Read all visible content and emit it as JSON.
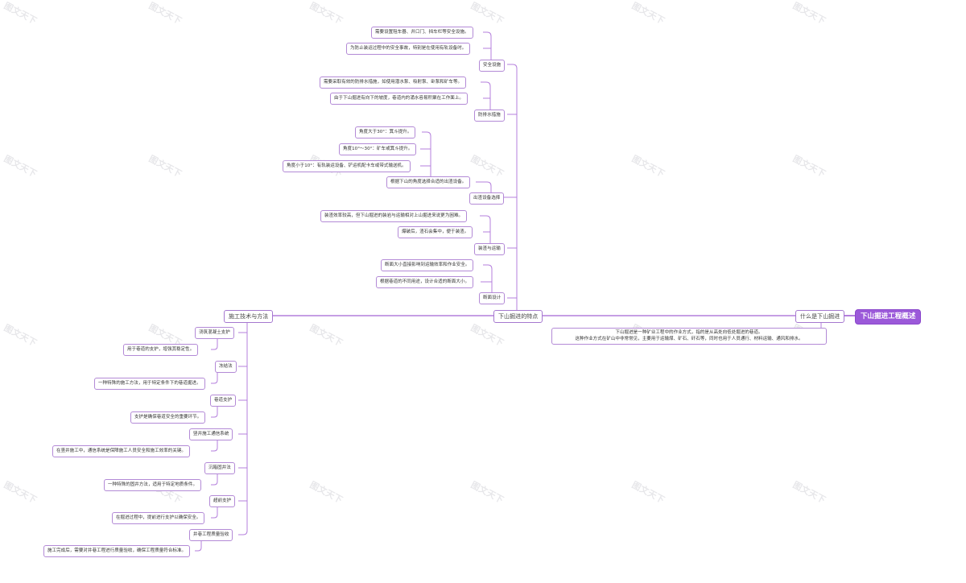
{
  "root": "下山掘进工程概述",
  "branch_what": {
    "label": "什么是下山掘进",
    "desc_line1": "下山掘进是一种矿业工程中的作业方式，指的是从高处向低处掘进的巷道。",
    "desc_line2": "这种作业方式在矿山中非常常见，主要用于运输煤、矿石、矸石等，同时也用于人员通行、材料运输、通风和排水。"
  },
  "branch_features": {
    "label": "下山掘进的特点",
    "safety": {
      "label": "安全设施",
      "items": [
        "需要设置阻车器、井口门、挡车栏等安全设施。",
        "为防止装运过程中的安全事故，特别是在使用有轨设备时。"
      ]
    },
    "drainage": {
      "label": "防排水措施",
      "items": [
        "需要采取有效的防排水措施，如使用潜水泵、吸射泵、卧泵和矿车等。",
        "由于下山掘进有向下的坡度，巷道内的涌水容易积聚在工作面上。"
      ]
    },
    "equipment": {
      "label": "出渣设备选择",
      "items": [
        "角度大于30°：箕斗提升。",
        "角度10°～30°：矿车或箕斗提升。",
        "角度小于10°：有轨装运设备、铲运机配卡车或带式输送机。",
        "根据下山的角度选择合适的出渣设备。"
      ]
    },
    "loading": {
      "label": "装渣与运输",
      "items": [
        "装渣效率较高，但下山掘进的装岩与运输相对上山掘进来说更为困难。",
        "爆破后，渣石会集中，便于装渣。"
      ]
    },
    "section": {
      "label": "断面设计",
      "items": [
        "断面大小直接影响到运输效率和作业安全。",
        "根据巷道的不同用途，设计合适的断面大小。"
      ]
    }
  },
  "branch_tech": {
    "label": "施工技术与方法",
    "groups": [
      {
        "label": "浇筑混凝土支护",
        "item": "用于巷道的支护，增强其稳定性。"
      },
      {
        "label": "冻结法",
        "item": "一种特殊的施工方法，用于特定条件下的巷道掘进。"
      },
      {
        "label": "巷道支护",
        "item": "支护是确保巷道安全的重要环节。"
      },
      {
        "label": "竖井施工通信系统",
        "item": "在竖井施工中，通信系统是保障施工人员安全和施工效率的关键。"
      },
      {
        "label": "沉箱固井法",
        "item": "一种特殊的固井方法，适用于特定地质条件。"
      },
      {
        "label": "超前支护",
        "item": "在掘进过程中，提前进行支护以确保安全。"
      },
      {
        "label": "井巷工程质量验收",
        "item": "施工完成后，需要对井巷工程进行质量验收，确保工程质量符合标准。"
      }
    ]
  },
  "watermark_text": "图文天下",
  "colors": {
    "line": "#b47fdc",
    "node_border": "#b38ad6",
    "root_bg": "#9b59d9"
  }
}
